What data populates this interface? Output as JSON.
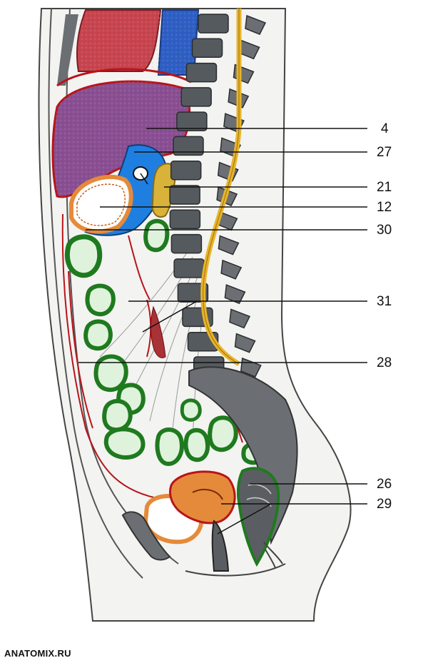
{
  "labels": [
    {
      "id": "l4",
      "text": "4"
    },
    {
      "id": "l27",
      "text": "27"
    },
    {
      "id": "l21",
      "text": "21"
    },
    {
      "id": "l12",
      "text": "12"
    },
    {
      "id": "l30",
      "text": "30"
    },
    {
      "id": "l31",
      "text": "31"
    },
    {
      "id": "l28",
      "text": "28"
    },
    {
      "id": "l26",
      "text": "26"
    },
    {
      "id": "l29",
      "text": "29"
    }
  ],
  "watermark": "ANATOMIX.RU",
  "colors": {
    "heart": "#c8454f",
    "vessel": "#2f5fc4",
    "liver": "#8a4f92",
    "bile": "#1f7fe0",
    "pancreas": "#d9b23a",
    "gut_wall": "#1f7a1f",
    "gut_lumen": "#dff3dc",
    "vertebra": "#555a5e",
    "spinal_cord": "#e8b52a",
    "peritoneum": "#b8141a",
    "organ_orange": "#e58a3a"
  }
}
